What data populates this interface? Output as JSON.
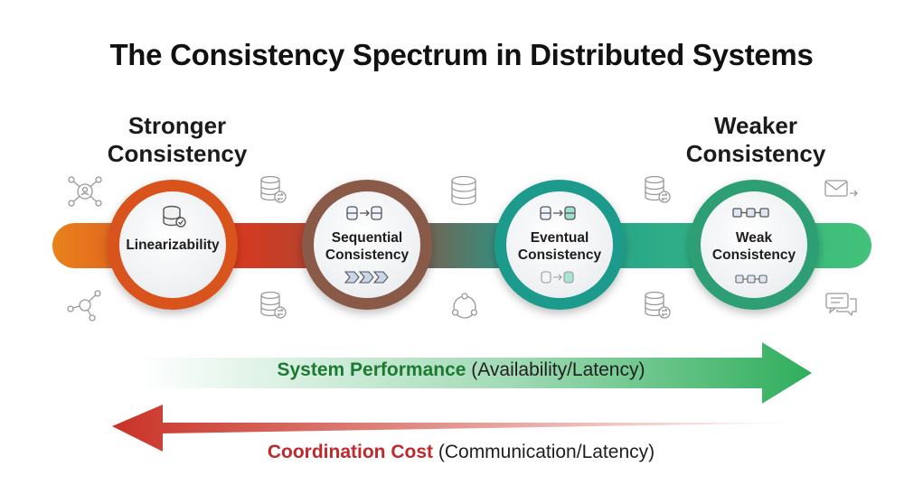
{
  "title": "The Consistency Spectrum in Distributed Systems",
  "ends": {
    "left": {
      "line1": "Stronger",
      "line2": "Consistency"
    },
    "right": {
      "line1": "Weaker",
      "line2": "Consistency"
    }
  },
  "nodes": [
    {
      "line1": "Linearizability",
      "line2": "",
      "icon": "database-check-icon",
      "ring_color": "#d9531e"
    },
    {
      "line1": "Sequential",
      "line2": "Consistency",
      "icon": "database-arrow-icon",
      "ring_color": "#8a5a48"
    },
    {
      "line1": "Eventual",
      "line2": "Consistency",
      "icon": "database-sync-icon",
      "ring_color": "#1d9a8c"
    },
    {
      "line1": "Weak",
      "line2": "Consistency",
      "icon": "chain-blocks-icon",
      "ring_color": "#2e9e74"
    }
  ],
  "gradient": {
    "start": "#e8731a",
    "red": "#d8361f",
    "teal": "#1f9e8e",
    "end": "#3ec07a"
  },
  "performance": {
    "highlight": "System Performance",
    "rest": " (Availability/Latency)",
    "color": "#2fae5c"
  },
  "coordination": {
    "highlight": "Coordination Cost",
    "rest": " (Communication/Latency)",
    "color": "#c93226"
  }
}
